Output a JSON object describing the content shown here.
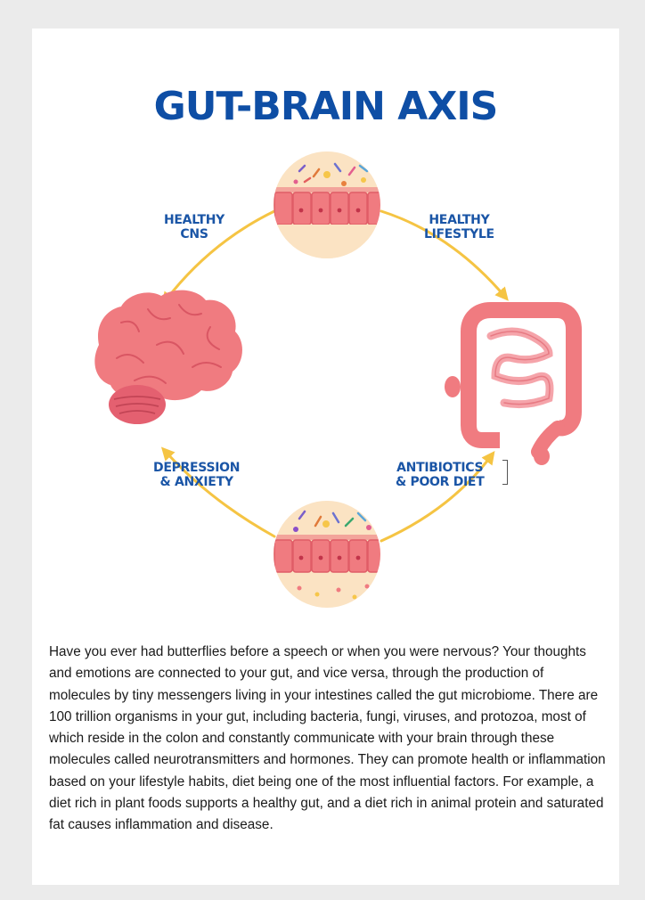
{
  "title": "GUT-BRAIN AXIS",
  "labels": {
    "healthy_cns": [
      "HEALTHY",
      "CNS"
    ],
    "healthy_lifestyle": [
      "HEALTHY",
      "LIFESTYLE"
    ],
    "depression_anxiety": [
      "DEPRESSION",
      "& ANXIETY"
    ],
    "antibiotics_poor_diet": [
      "ANTIBIOTICS",
      "& POOR DIET"
    ]
  },
  "paragraph": "Have you ever had butterflies before a speech or when you were nervous? Your thoughts and emotions are connected to your gut, and vice versa, through the production of molecules by tiny messengers living in your intestines called the gut microbiome. There are 100 trillion organisms in your gut, including bacteria, fungi, viruses, and protozoa, most of which reside in the colon and constantly communicate with your brain through these molecules called neurotransmitters and hormones. They can promote health or inflammation based on your lifestyle habits, diet being one of the most influential factors. For example, a diet rich in plant foods supports a healthy gut, and a diet rich in animal protein and saturated fat causes inflammation and disease.",
  "colors": {
    "title": "#0e4ea5",
    "label": "#1a55a6",
    "arrow": "#f5c443",
    "organ": "#f0707a",
    "circle_bg": "#fbe3c3"
  },
  "icons": [
    "healthy-gut-microbiome-icon",
    "brain-icon",
    "intestines-icon",
    "unhealthy-gut-microbiome-icon"
  ]
}
